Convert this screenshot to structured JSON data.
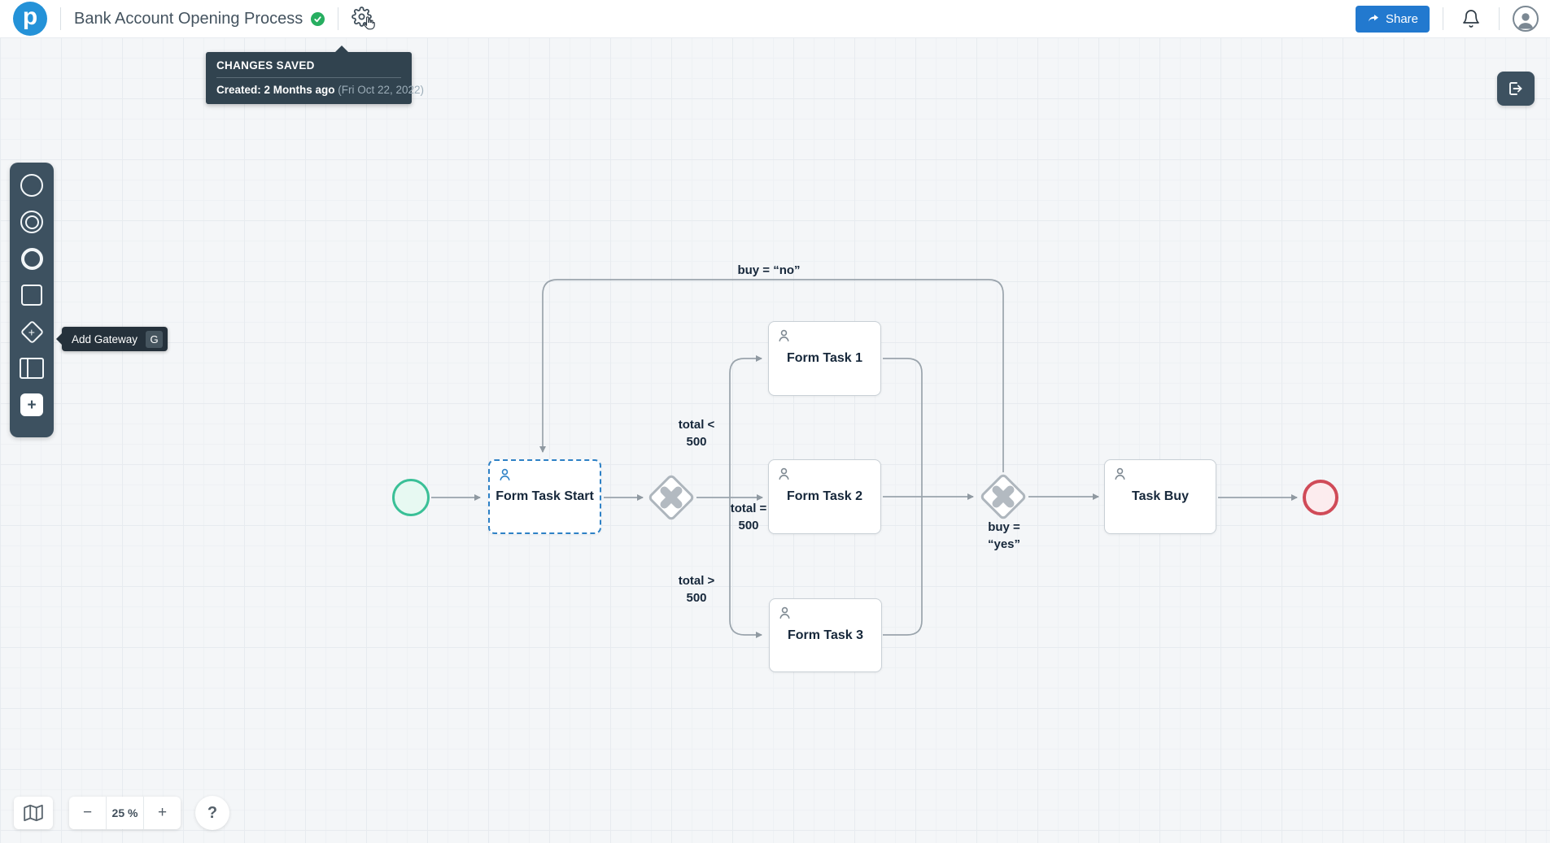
{
  "header": {
    "logo_letter": "p",
    "title": "Bank Account Opening Process",
    "share_label": "Share",
    "tooltip": {
      "heading": "CHANGES SAVED",
      "created_label": "Created: 2 Months ago",
      "created_date": " (Fri Oct 22, 2022)"
    }
  },
  "toolbar": {
    "tooltip_label": "Add Gateway",
    "tooltip_shortcut": "G",
    "diamond_plus": "+",
    "add_more": "+"
  },
  "zoom": {
    "minus": "−",
    "level": "25 %",
    "plus": "+",
    "help": "?"
  },
  "diagram": {
    "tasks": {
      "start": "Form Task Start",
      "t1": "Form Task 1",
      "t2": "Form Task 2",
      "t3": "Form Task 3",
      "buy": "Task Buy"
    },
    "labels": {
      "buy_no": "buy = “no”",
      "total_lt": "total < 500",
      "total_eq": "total = 500",
      "total_gt": "total > 500",
      "buy_yes": "buy = “yes”"
    }
  },
  "colors": {
    "brand_blue": "#2492d8",
    "share_blue": "#2279cf",
    "selection_blue": "#2e81c6",
    "toolbar_slate": "#3d5160",
    "start_event_green": "#3ac097",
    "end_event_red": "#d04b58",
    "connector_gray": "#9aa4ac",
    "saved_check_green": "#27ae60"
  }
}
